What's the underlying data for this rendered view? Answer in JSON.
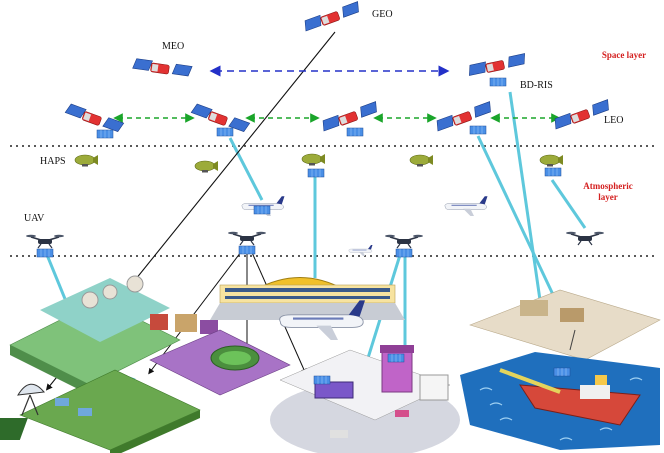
{
  "labels": {
    "geo": "GEO",
    "meo": "MEO",
    "bd_ris": "BD-RIS",
    "leo": "LEO",
    "haps": "HAPS",
    "uav": "UAV",
    "space_layer": "Space layer",
    "atmospheric_layer": "Atmospheric layer"
  },
  "colors": {
    "space_label": "#d42020",
    "isl_link": "#1aa52a",
    "meo_link": "#2330c8",
    "access_beam": "#5ec8dc",
    "geo_link": "#111111"
  },
  "icons": [
    "satellite-icon",
    "airship-icon",
    "drone-icon",
    "airplane-icon",
    "city-block-icon",
    "airport-icon",
    "ship-icon",
    "farm-icon",
    "ground-station-icon"
  ]
}
